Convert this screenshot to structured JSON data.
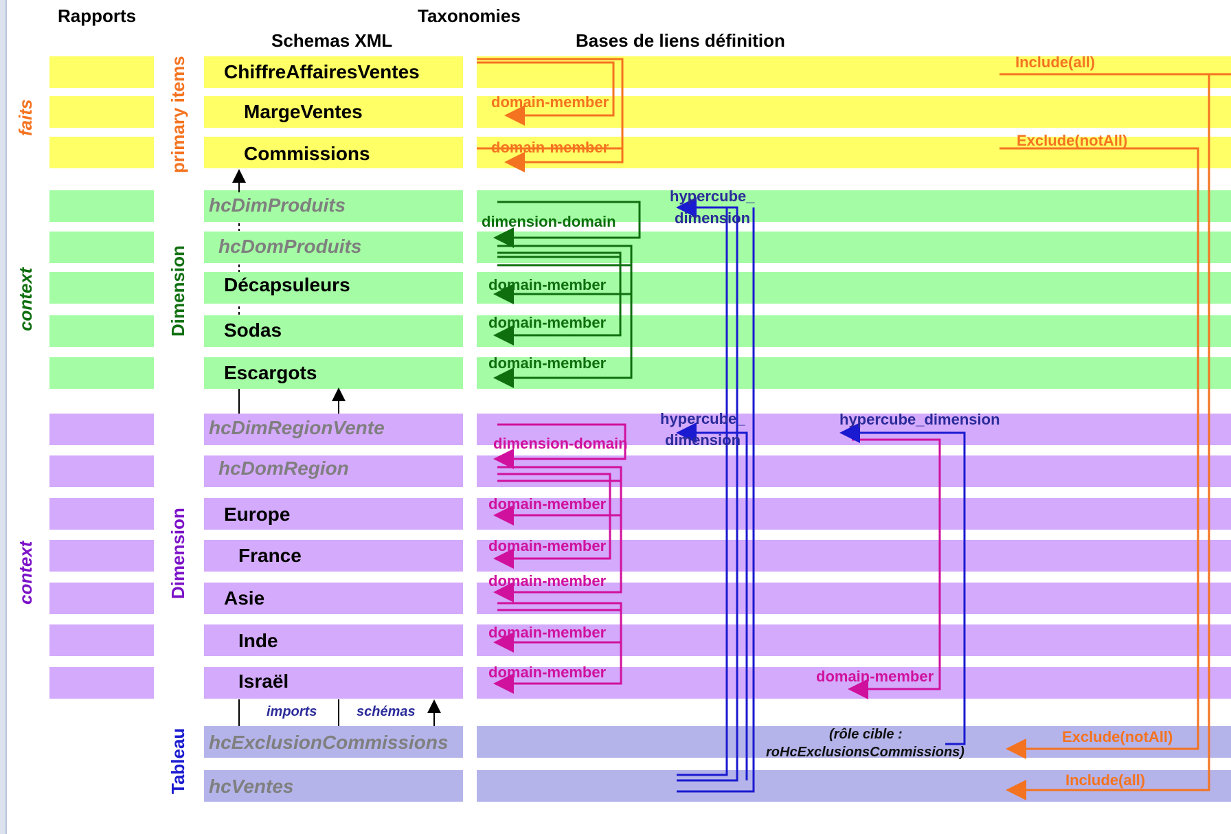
{
  "headers": {
    "rapports": "Rapports",
    "taxonomies": "Taxonomies",
    "schemas": "Schemas XML",
    "bases": "Bases de liens définition"
  },
  "side_labels": {
    "faits": "faits",
    "context1": "context",
    "context2": "context"
  },
  "group_labels": {
    "primary_items": "primary items",
    "dimension1": "Dimension",
    "dimension2": "Dimension",
    "tableau": "Tableau"
  },
  "items": [
    "ChiffreAffairesVentes",
    "MargeVentes",
    "Commissions",
    "hcDimProduits",
    "hcDomProduits",
    "Décapsuleurs",
    "Sodas",
    "Escargots",
    "hcDimRegionVente",
    "hcDomRegion",
    "Europe",
    "France",
    "Asie",
    "Inde",
    "Israël",
    "hcExclusionCommissions",
    "hcVentes"
  ],
  "links": {
    "include_all_top": "Include(all)",
    "exclude_notall_top": "Exclude(notAll)",
    "dm_orange_1": "domain-member",
    "dm_orange_2": "domain-member",
    "dim_domain_green": "dimension-domain",
    "dm_green_1": "domain-member",
    "dm_green_2": "domain-member",
    "dm_green_3": "domain-member",
    "hypercube_dim_1a": "hypercube_",
    "hypercube_dim_1b": "dimension",
    "hypercube_dim_2a": "hypercube_",
    "hypercube_dim_2b": "dimension",
    "hypercube_dimension_3": "hypercube_dimension",
    "dim_domain_magenta": "dimension-domain",
    "dm_magenta_1": "domain-member",
    "dm_magenta_2": "domain-member",
    "dm_magenta_3": "domain-member",
    "dm_magenta_4": "domain-member",
    "dm_magenta_5": "domain-member",
    "dm_magenta_6": "domain-member",
    "role_cible_1": "(rôle cible :",
    "role_cible_2": "roHcExclusionsCommissions)",
    "exclude_notall_bottom": "Exclude(notAll)",
    "include_all_bottom": "Include(all)"
  },
  "imports_labels": {
    "imports": "imports",
    "schemas": "schémas"
  },
  "colors": {
    "yellow": "#ffff66",
    "green": "#a4fca4",
    "purple": "#d4aafc",
    "blue_band": "#b4b4ea",
    "orange": "#f47320",
    "dark_green": "#0f6f0f",
    "magenta": "#d0119d",
    "navy": "#1a1ad0"
  }
}
